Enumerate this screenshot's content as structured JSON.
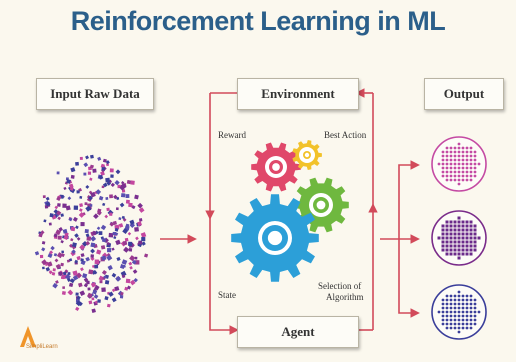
{
  "title": "Reinforcement Learning in ML",
  "boxes": {
    "input": "Input Raw Data",
    "environment": "Environment",
    "output": "Output",
    "agent": "Agent"
  },
  "labels": {
    "reward": "Reward",
    "best_action": "Best Action",
    "state": "State",
    "selection": "Selection of",
    "algorithm": "Algorithm"
  },
  "brand": "SimpliLearn",
  "colors": {
    "title": "#2b5f8a",
    "arrow": "#d24a5a",
    "gear_pink": "#e0486a",
    "gear_yellow": "#f2c22a",
    "gear_green": "#6fb83f",
    "gear_blue": "#2c9fd8",
    "output_pink": "#c44aa3",
    "output_purple": "#7a2c8a",
    "output_indigo": "#3a3e9a"
  },
  "icons": [
    "gear-icon",
    "logo-icon"
  ]
}
